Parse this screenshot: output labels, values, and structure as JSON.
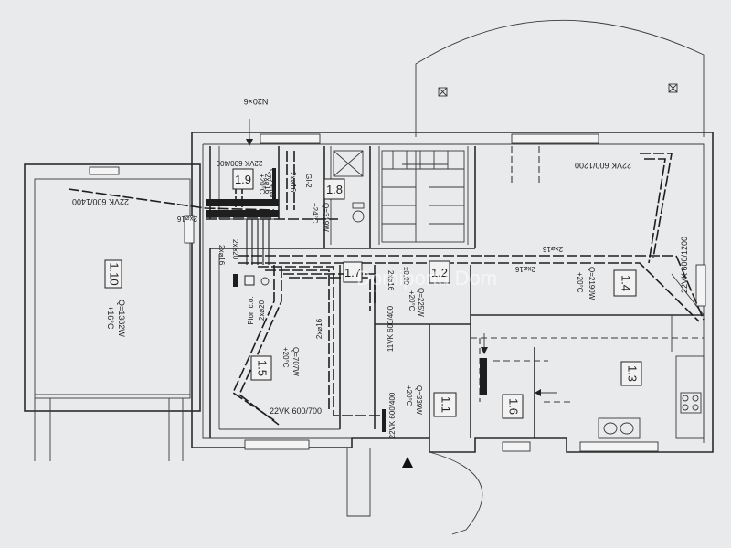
{
  "watermark": "Domiporta Dom",
  "top_label": "N20×6",
  "rooms": [
    {
      "id": "1.10",
      "temp": "+16°C",
      "q": "Q=1382W"
    },
    {
      "id": "1.9",
      "temp": "+20°C",
      "q": "Q=295W"
    },
    {
      "id": "1.8",
      "temp": "+24°C",
      "q": "Q=319W"
    },
    {
      "id": "1.7"
    },
    {
      "id": "1.2",
      "level": "±0,00",
      "temp": "+20°C",
      "q": "Q=225W"
    },
    {
      "id": "1.4",
      "temp": "+20°C",
      "q": "Q=2190W"
    },
    {
      "id": "1.5",
      "temp": "+20°C",
      "q": "Q=707W"
    },
    {
      "id": "1.1",
      "temp": "+20°C",
      "q": "Q=339W"
    },
    {
      "id": "1.6"
    },
    {
      "id": "1.3"
    }
  ],
  "radiators": [
    "22VK 600/1400",
    "22VK 600/400",
    "22VK 600/1200",
    "22VK 600/1200",
    "11VK 600/400",
    "22VK 600/700",
    "22VK 600/400"
  ],
  "pipes": [
    "2x⌀16",
    "2x⌀16",
    "2x⌀16",
    "2x⌀16",
    "2x⌀16",
    "2x⌀16",
    "2x⌀20",
    "2x⌀16",
    "2x⌀20",
    "2x⌀16"
  ],
  "riser": {
    "name": "Pion c.o.",
    "pipe": "2x⌀20"
  },
  "gi_label": "GI-2"
}
